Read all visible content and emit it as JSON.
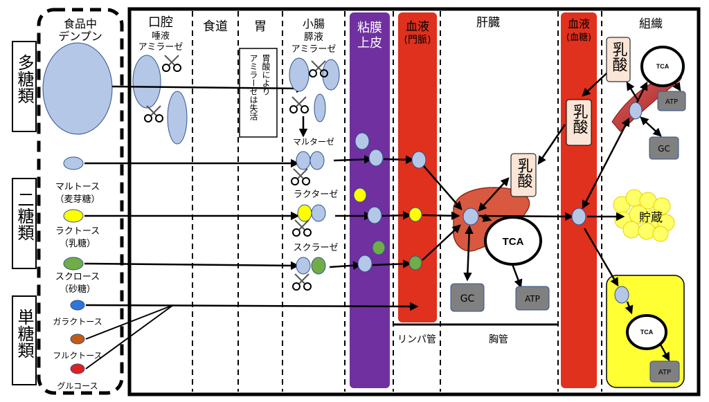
{
  "colors": {
    "polysaccharide": "#b4c7e7",
    "lactose_galactose": "#ffff00",
    "sucrose_fructose": "#70ad47",
    "galactose": "#2e75d6",
    "fructose": "#c55a11",
    "glucose": "#e02020",
    "epithelium": "#7030a0",
    "blood": "#e0301e",
    "yellow_box": "#ffff33",
    "gc_box": "#808080"
  },
  "categories": {
    "poly": "多糖類",
    "di": "二糖類",
    "mono": "単糖類"
  },
  "source_column": {
    "header": "食品中\nデンプン",
    "maltose": "マルトース",
    "maltose_sub": "（麦芽糖）",
    "lactose": "ラクトース",
    "lactose_sub": "（乳糖）",
    "sucrose": "スクロース",
    "sucrose_sub": "（砂糖）",
    "galactose": "ガラクトース",
    "fructose": "フルクトース",
    "glucose": "グルコース"
  },
  "columns": {
    "mouth": "口腔",
    "mouth_enzyme_1": "唾液",
    "mouth_enzyme_2": "アミラーゼ",
    "esophagus": "食道",
    "stomach": "胃",
    "stomach_note": "胃酸により\nアミラーゼは失活",
    "small_intestine": "小腸",
    "pancreatic_1": "膵液",
    "pancreatic_2": "アミラーゼ",
    "maltase": "マルターゼ",
    "lactase": "ラクターゼ",
    "sucrase": "スクラーゼ",
    "epithelium_1": "粘膜",
    "epithelium_2": "上皮",
    "portal_blood_1": "血液",
    "portal_blood_2": "(門脈)",
    "liver": "肝臓",
    "systemic_blood_1": "血液",
    "systemic_blood_2": "(血糖)",
    "tissue": "組織",
    "lymph": "リンパ管",
    "thoracic_duct": "胸管"
  },
  "labels": {
    "lactic_acid_tissue": "乳酸",
    "lactic_acid_blood": "乳酸",
    "lactic_acid_liver": "乳酸",
    "tca": "TCA",
    "atp": "ATP",
    "gc": "GC",
    "storage": "貯蔵"
  }
}
